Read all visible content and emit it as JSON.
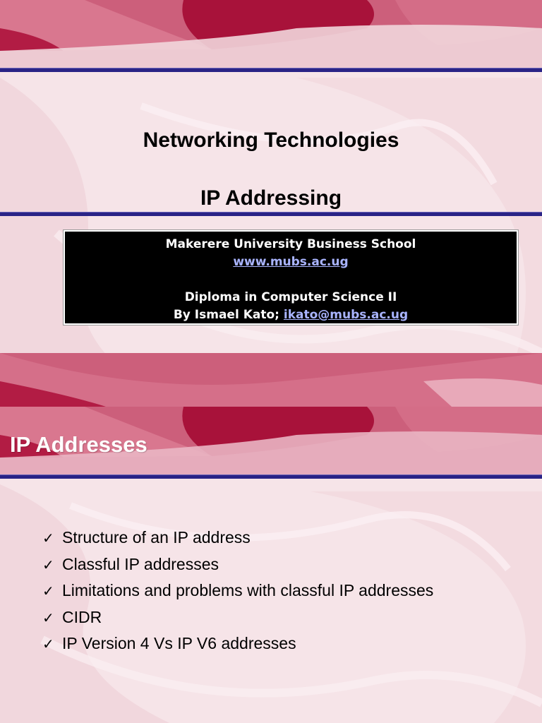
{
  "slide1": {
    "title": "Networking Technologies",
    "subtitle": "IP Addressing",
    "info_box": {
      "line1": "Makerere University Business School",
      "website": "www.mubs.ac.ug",
      "line3": "Diploma in Computer Science II",
      "author_prefix": "By Ismael Kato; ",
      "email": "ikato@mubs.ac.ug"
    }
  },
  "slide2": {
    "heading": "IP Addresses",
    "bullets": [
      {
        "icon": "check-icon",
        "text": "Structure of an IP address"
      },
      {
        "icon": "check-icon",
        "text": "Classful IP addresses"
      },
      {
        "icon": "check-icon",
        "text": "Limitations and problems with classful  IP addresses"
      },
      {
        "icon": "check-icon",
        "text": "CIDR"
      },
      {
        "icon": "check-icon",
        "text": "IP Version 4 Vs IP V6 addresses"
      }
    ]
  },
  "colors": {
    "rule": "#2a2386",
    "band_pink": "#cc5f7b",
    "band_crimson": "#a8123a",
    "background": "#f6e4e8",
    "link": "#a9b4ff"
  }
}
